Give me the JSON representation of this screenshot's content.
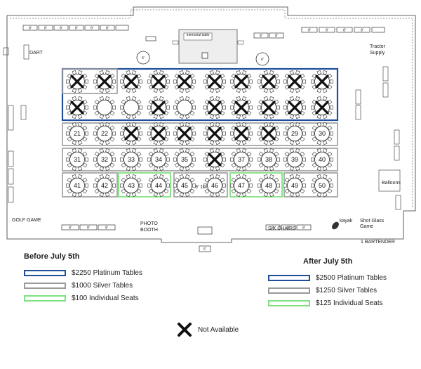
{
  "colors": {
    "platinum": "#1f4e9b",
    "silver": "#9a9a9a",
    "individual": "#7fe07f"
  },
  "labels": {
    "dart": "DART",
    "tractor": "Tractor\nSupply",
    "golf": "GOLF GAME",
    "photo_booth": "PHOTO\nBOOTH",
    "six_chairs": "SIX CHAIRS",
    "kayak": "kayak",
    "shot_glass": "Shot Glass\nGame",
    "bartender": "1 BARTENDER",
    "balloons": "Balloons",
    "memorial": "memorial\ntable",
    "round_6ft": "6'",
    "foot_8": "8'",
    "gap_9_10": "9' 10"
  },
  "tables": [
    [
      {
        "n": "",
        "x": true
      },
      {
        "n": "",
        "x": true
      },
      {
        "n": "",
        "x": true
      },
      {
        "n": "",
        "x": true
      },
      {
        "n": "",
        "x": true
      },
      {
        "n": "",
        "x": true
      },
      {
        "n": "",
        "x": true
      },
      {
        "n": "",
        "x": true
      },
      {
        "n": "",
        "x": true
      },
      {
        "n": "",
        "x": true
      }
    ],
    [
      {
        "n": "",
        "x": true
      },
      {
        "n": "",
        "x": false
      },
      {
        "n": "",
        "x": false
      },
      {
        "n": "",
        "x": true
      },
      {
        "n": "",
        "x": false
      },
      {
        "n": "",
        "x": true
      },
      {
        "n": "",
        "x": true
      },
      {
        "n": "",
        "x": true
      },
      {
        "n": "",
        "x": true
      },
      {
        "n": "",
        "x": true
      }
    ],
    [
      {
        "n": "21",
        "x": false
      },
      {
        "n": "22",
        "x": false
      },
      {
        "n": "",
        "x": true
      },
      {
        "n": "",
        "x": true
      },
      {
        "n": "",
        "x": true
      },
      {
        "n": "",
        "x": true
      },
      {
        "n": "",
        "x": true
      },
      {
        "n": "",
        "x": true
      },
      {
        "n": "29",
        "x": false
      },
      {
        "n": "30",
        "x": false
      }
    ],
    [
      {
        "n": "31",
        "x": false
      },
      {
        "n": "32",
        "x": false
      },
      {
        "n": "33",
        "x": false
      },
      {
        "n": "34",
        "x": false
      },
      {
        "n": "35",
        "x": false
      },
      {
        "n": "",
        "x": true
      },
      {
        "n": "37",
        "x": false
      },
      {
        "n": "38",
        "x": false
      },
      {
        "n": "39",
        "x": false
      },
      {
        "n": "40",
        "x": false
      }
    ],
    [
      {
        "n": "41",
        "x": false
      },
      {
        "n": "42",
        "x": false
      },
      {
        "n": "43",
        "x": false
      },
      {
        "n": "44",
        "x": false
      },
      {
        "n": "45",
        "x": false
      },
      {
        "n": "46",
        "x": false
      },
      {
        "n": "47",
        "x": false
      },
      {
        "n": "48",
        "x": false
      },
      {
        "n": "49",
        "x": false
      },
      {
        "n": "50",
        "x": false
      }
    ]
  ],
  "legend_before": {
    "title": "Before July 5th",
    "items": [
      "$2250 Platinum Tables",
      "$1000 Silver Tables",
      "$100 Individual Seats"
    ]
  },
  "legend_after": {
    "title": "After July 5th",
    "items": [
      "$2500 Platinum Tables",
      "$1250 Silver Tables",
      "$125 Individual Seats"
    ]
  },
  "not_available": "Not Available"
}
